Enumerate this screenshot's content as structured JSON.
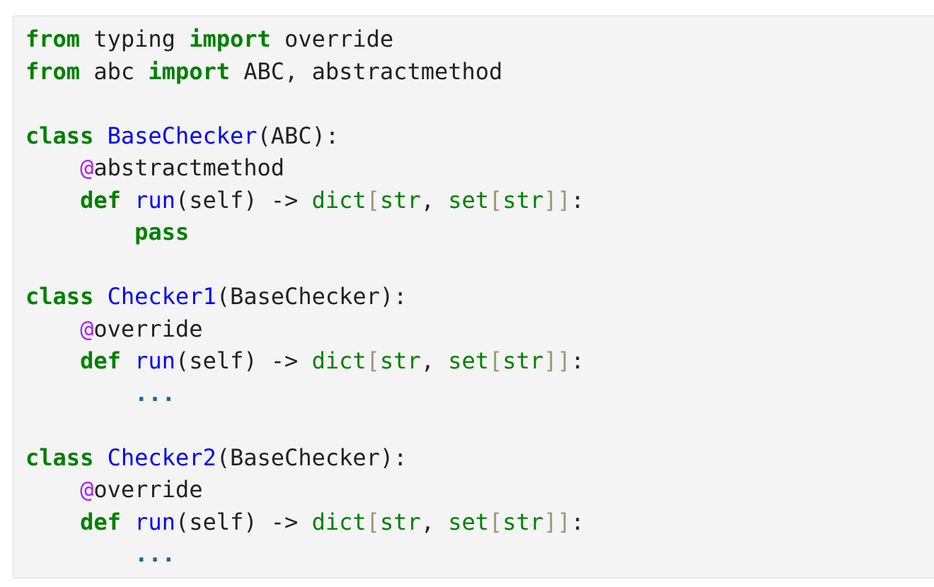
{
  "colors": {
    "keyword": "#008000",
    "definition_name": "#0000ff",
    "builtin": "#008000",
    "bracket": "#999977",
    "decorator_at": "#aa22ff",
    "ellipsis": "#1a5fb4",
    "text": "#222222",
    "background": "#f4f4f4"
  },
  "code": {
    "lines": [
      {
        "tokens": [
          {
            "text": "from",
            "kind": "kw"
          },
          {
            "text": " typing ",
            "kind": "plain"
          },
          {
            "text": "import",
            "kind": "kw"
          },
          {
            "text": " override",
            "kind": "plain"
          }
        ]
      },
      {
        "tokens": [
          {
            "text": "from",
            "kind": "kw"
          },
          {
            "text": " abc ",
            "kind": "plain"
          },
          {
            "text": "import",
            "kind": "kw"
          },
          {
            "text": " ABC, abstractmethod",
            "kind": "plain"
          }
        ]
      },
      {
        "tokens": []
      },
      {
        "tokens": [
          {
            "text": "class",
            "kind": "kw"
          },
          {
            "text": " ",
            "kind": "plain"
          },
          {
            "text": "BaseChecker",
            "kind": "name-def"
          },
          {
            "text": "(ABC):",
            "kind": "plain"
          }
        ]
      },
      {
        "tokens": [
          {
            "text": "    ",
            "kind": "plain"
          },
          {
            "text": "@",
            "kind": "deco-at"
          },
          {
            "text": "abstractmethod",
            "kind": "plain"
          }
        ]
      },
      {
        "tokens": [
          {
            "text": "    ",
            "kind": "plain"
          },
          {
            "text": "def",
            "kind": "kw"
          },
          {
            "text": " ",
            "kind": "plain"
          },
          {
            "text": "run",
            "kind": "name-def"
          },
          {
            "text": "(self) -> ",
            "kind": "plain"
          },
          {
            "text": "dict",
            "kind": "builtin"
          },
          {
            "text": "[",
            "kind": "punct-br"
          },
          {
            "text": "str",
            "kind": "builtin"
          },
          {
            "text": ", ",
            "kind": "plain"
          },
          {
            "text": "set",
            "kind": "builtin"
          },
          {
            "text": "[",
            "kind": "punct-br"
          },
          {
            "text": "str",
            "kind": "builtin"
          },
          {
            "text": "]]",
            "kind": "punct-br"
          },
          {
            "text": ":",
            "kind": "plain"
          }
        ]
      },
      {
        "tokens": [
          {
            "text": "        ",
            "kind": "plain"
          },
          {
            "text": "pass",
            "kind": "kw"
          }
        ]
      },
      {
        "tokens": []
      },
      {
        "tokens": [
          {
            "text": "class",
            "kind": "kw"
          },
          {
            "text": " ",
            "kind": "plain"
          },
          {
            "text": "Checker1",
            "kind": "name-def"
          },
          {
            "text": "(BaseChecker):",
            "kind": "plain"
          }
        ]
      },
      {
        "tokens": [
          {
            "text": "    ",
            "kind": "plain"
          },
          {
            "text": "@",
            "kind": "deco-at"
          },
          {
            "text": "override",
            "kind": "plain"
          }
        ]
      },
      {
        "tokens": [
          {
            "text": "    ",
            "kind": "plain"
          },
          {
            "text": "def",
            "kind": "kw"
          },
          {
            "text": " ",
            "kind": "plain"
          },
          {
            "text": "run",
            "kind": "name-def"
          },
          {
            "text": "(self) -> ",
            "kind": "plain"
          },
          {
            "text": "dict",
            "kind": "builtin"
          },
          {
            "text": "[",
            "kind": "punct-br"
          },
          {
            "text": "str",
            "kind": "builtin"
          },
          {
            "text": ", ",
            "kind": "plain"
          },
          {
            "text": "set",
            "kind": "builtin"
          },
          {
            "text": "[",
            "kind": "punct-br"
          },
          {
            "text": "str",
            "kind": "builtin"
          },
          {
            "text": "]]",
            "kind": "punct-br"
          },
          {
            "text": ":",
            "kind": "plain"
          }
        ]
      },
      {
        "tokens": [
          {
            "text": "        ",
            "kind": "plain"
          },
          {
            "text": "...",
            "kind": "ellipsis"
          }
        ]
      },
      {
        "tokens": []
      },
      {
        "tokens": [
          {
            "text": "class",
            "kind": "kw"
          },
          {
            "text": " ",
            "kind": "plain"
          },
          {
            "text": "Checker2",
            "kind": "name-def"
          },
          {
            "text": "(BaseChecker):",
            "kind": "plain"
          }
        ]
      },
      {
        "tokens": [
          {
            "text": "    ",
            "kind": "plain"
          },
          {
            "text": "@",
            "kind": "deco-at"
          },
          {
            "text": "override",
            "kind": "plain"
          }
        ]
      },
      {
        "tokens": [
          {
            "text": "    ",
            "kind": "plain"
          },
          {
            "text": "def",
            "kind": "kw"
          },
          {
            "text": " ",
            "kind": "plain"
          },
          {
            "text": "run",
            "kind": "name-def"
          },
          {
            "text": "(self) -> ",
            "kind": "plain"
          },
          {
            "text": "dict",
            "kind": "builtin"
          },
          {
            "text": "[",
            "kind": "punct-br"
          },
          {
            "text": "str",
            "kind": "builtin"
          },
          {
            "text": ", ",
            "kind": "plain"
          },
          {
            "text": "set",
            "kind": "builtin"
          },
          {
            "text": "[",
            "kind": "punct-br"
          },
          {
            "text": "str",
            "kind": "builtin"
          },
          {
            "text": "]]",
            "kind": "punct-br"
          },
          {
            "text": ":",
            "kind": "plain"
          }
        ]
      },
      {
        "tokens": [
          {
            "text": "        ",
            "kind": "plain"
          },
          {
            "text": "...",
            "kind": "ellipsis"
          }
        ]
      }
    ]
  }
}
